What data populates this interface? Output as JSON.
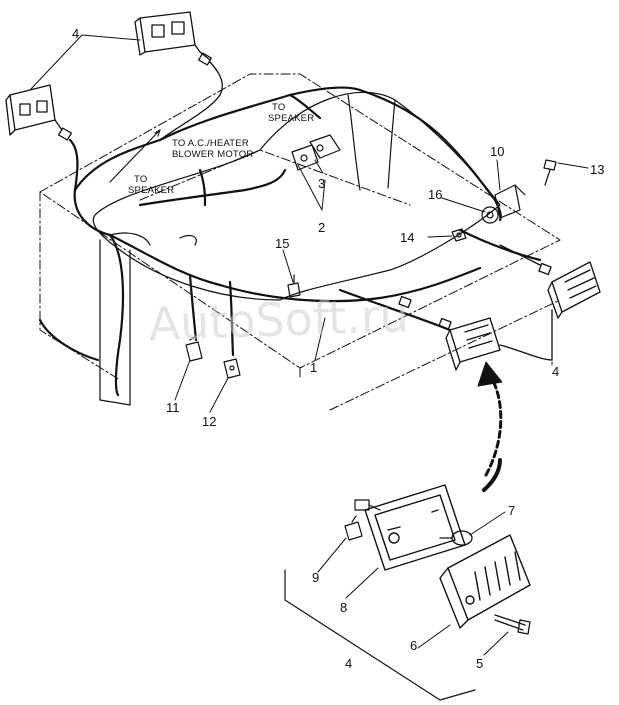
{
  "watermark": "AutoSoft.ru",
  "notes": {
    "to_speaker_top": "TO\nSPEAKER",
    "to_ac_heater": "TO A.C./HEATER\nBLOWER MOTOR",
    "to_speaker_left": "TO\nSPEAKER"
  },
  "callouts": {
    "c1": "1",
    "c2": "2",
    "c3": "3",
    "c4_top_left": "4",
    "c4_right": "4",
    "c4_bottom": "4",
    "c5": "5",
    "c6": "6",
    "c7": "7",
    "c8": "8",
    "c9": "9",
    "c10": "10",
    "c11": "11",
    "c12": "12",
    "c13": "13",
    "c14": "14",
    "c15": "15",
    "c16": "16"
  }
}
